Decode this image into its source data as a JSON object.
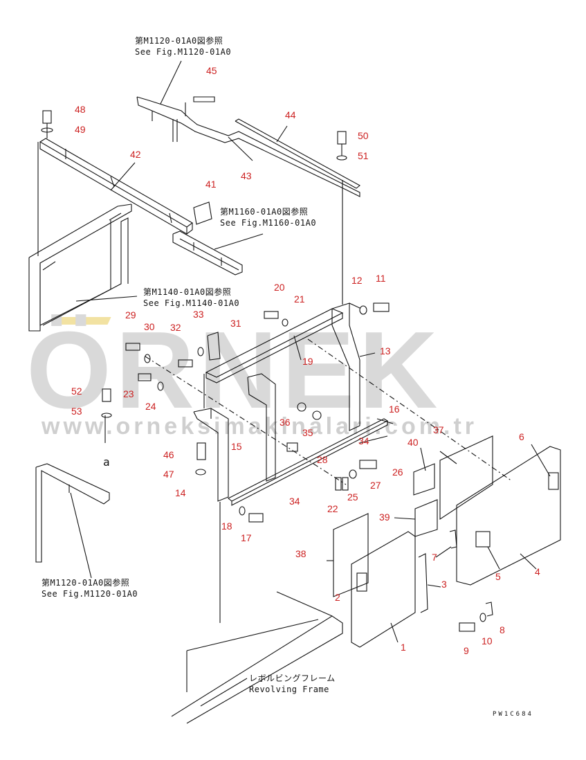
{
  "watermark": {
    "brand": "ÖRNEK",
    "site": "www.orneksimakinalari.com.tr"
  },
  "drawing_code": "PW1C684",
  "references": {
    "m1120_top": {
      "jp": "第M1120-01A0図参照",
      "en": "See Fig.M1120-01A0"
    },
    "m1160": {
      "jp": "第M1160-01A0図参照",
      "en": "See Fig.M1160-01A0"
    },
    "m1140": {
      "jp": "第M1140-01A0図参照",
      "en": "See Fig.M1140-01A0"
    },
    "m1120_bottom": {
      "jp": "第M1120-01A0図参照",
      "en": "See Fig.M1120-01A0"
    },
    "frame": {
      "jp": "レボルビングフレーム",
      "en": "Revolving Frame"
    }
  },
  "flag_letter": "a",
  "part_numbers": [
    "1",
    "2",
    "3",
    "4",
    "5",
    "6",
    "7",
    "8",
    "9",
    "10",
    "11",
    "12",
    "13",
    "14",
    "15",
    "16",
    "17",
    "18",
    "19",
    "20",
    "21",
    "22",
    "23",
    "24",
    "25",
    "26",
    "27",
    "28",
    "29",
    "30",
    "31",
    "32",
    "33",
    "34",
    "34",
    "35",
    "36",
    "37",
    "38",
    "39",
    "40",
    "41",
    "42",
    "43",
    "44",
    "45",
    "46",
    "47",
    "48",
    "49",
    "50",
    "51",
    "52",
    "53"
  ],
  "colors": {
    "label": "#cc2020",
    "line": "#111111",
    "watermark": "#d9d9d9"
  }
}
